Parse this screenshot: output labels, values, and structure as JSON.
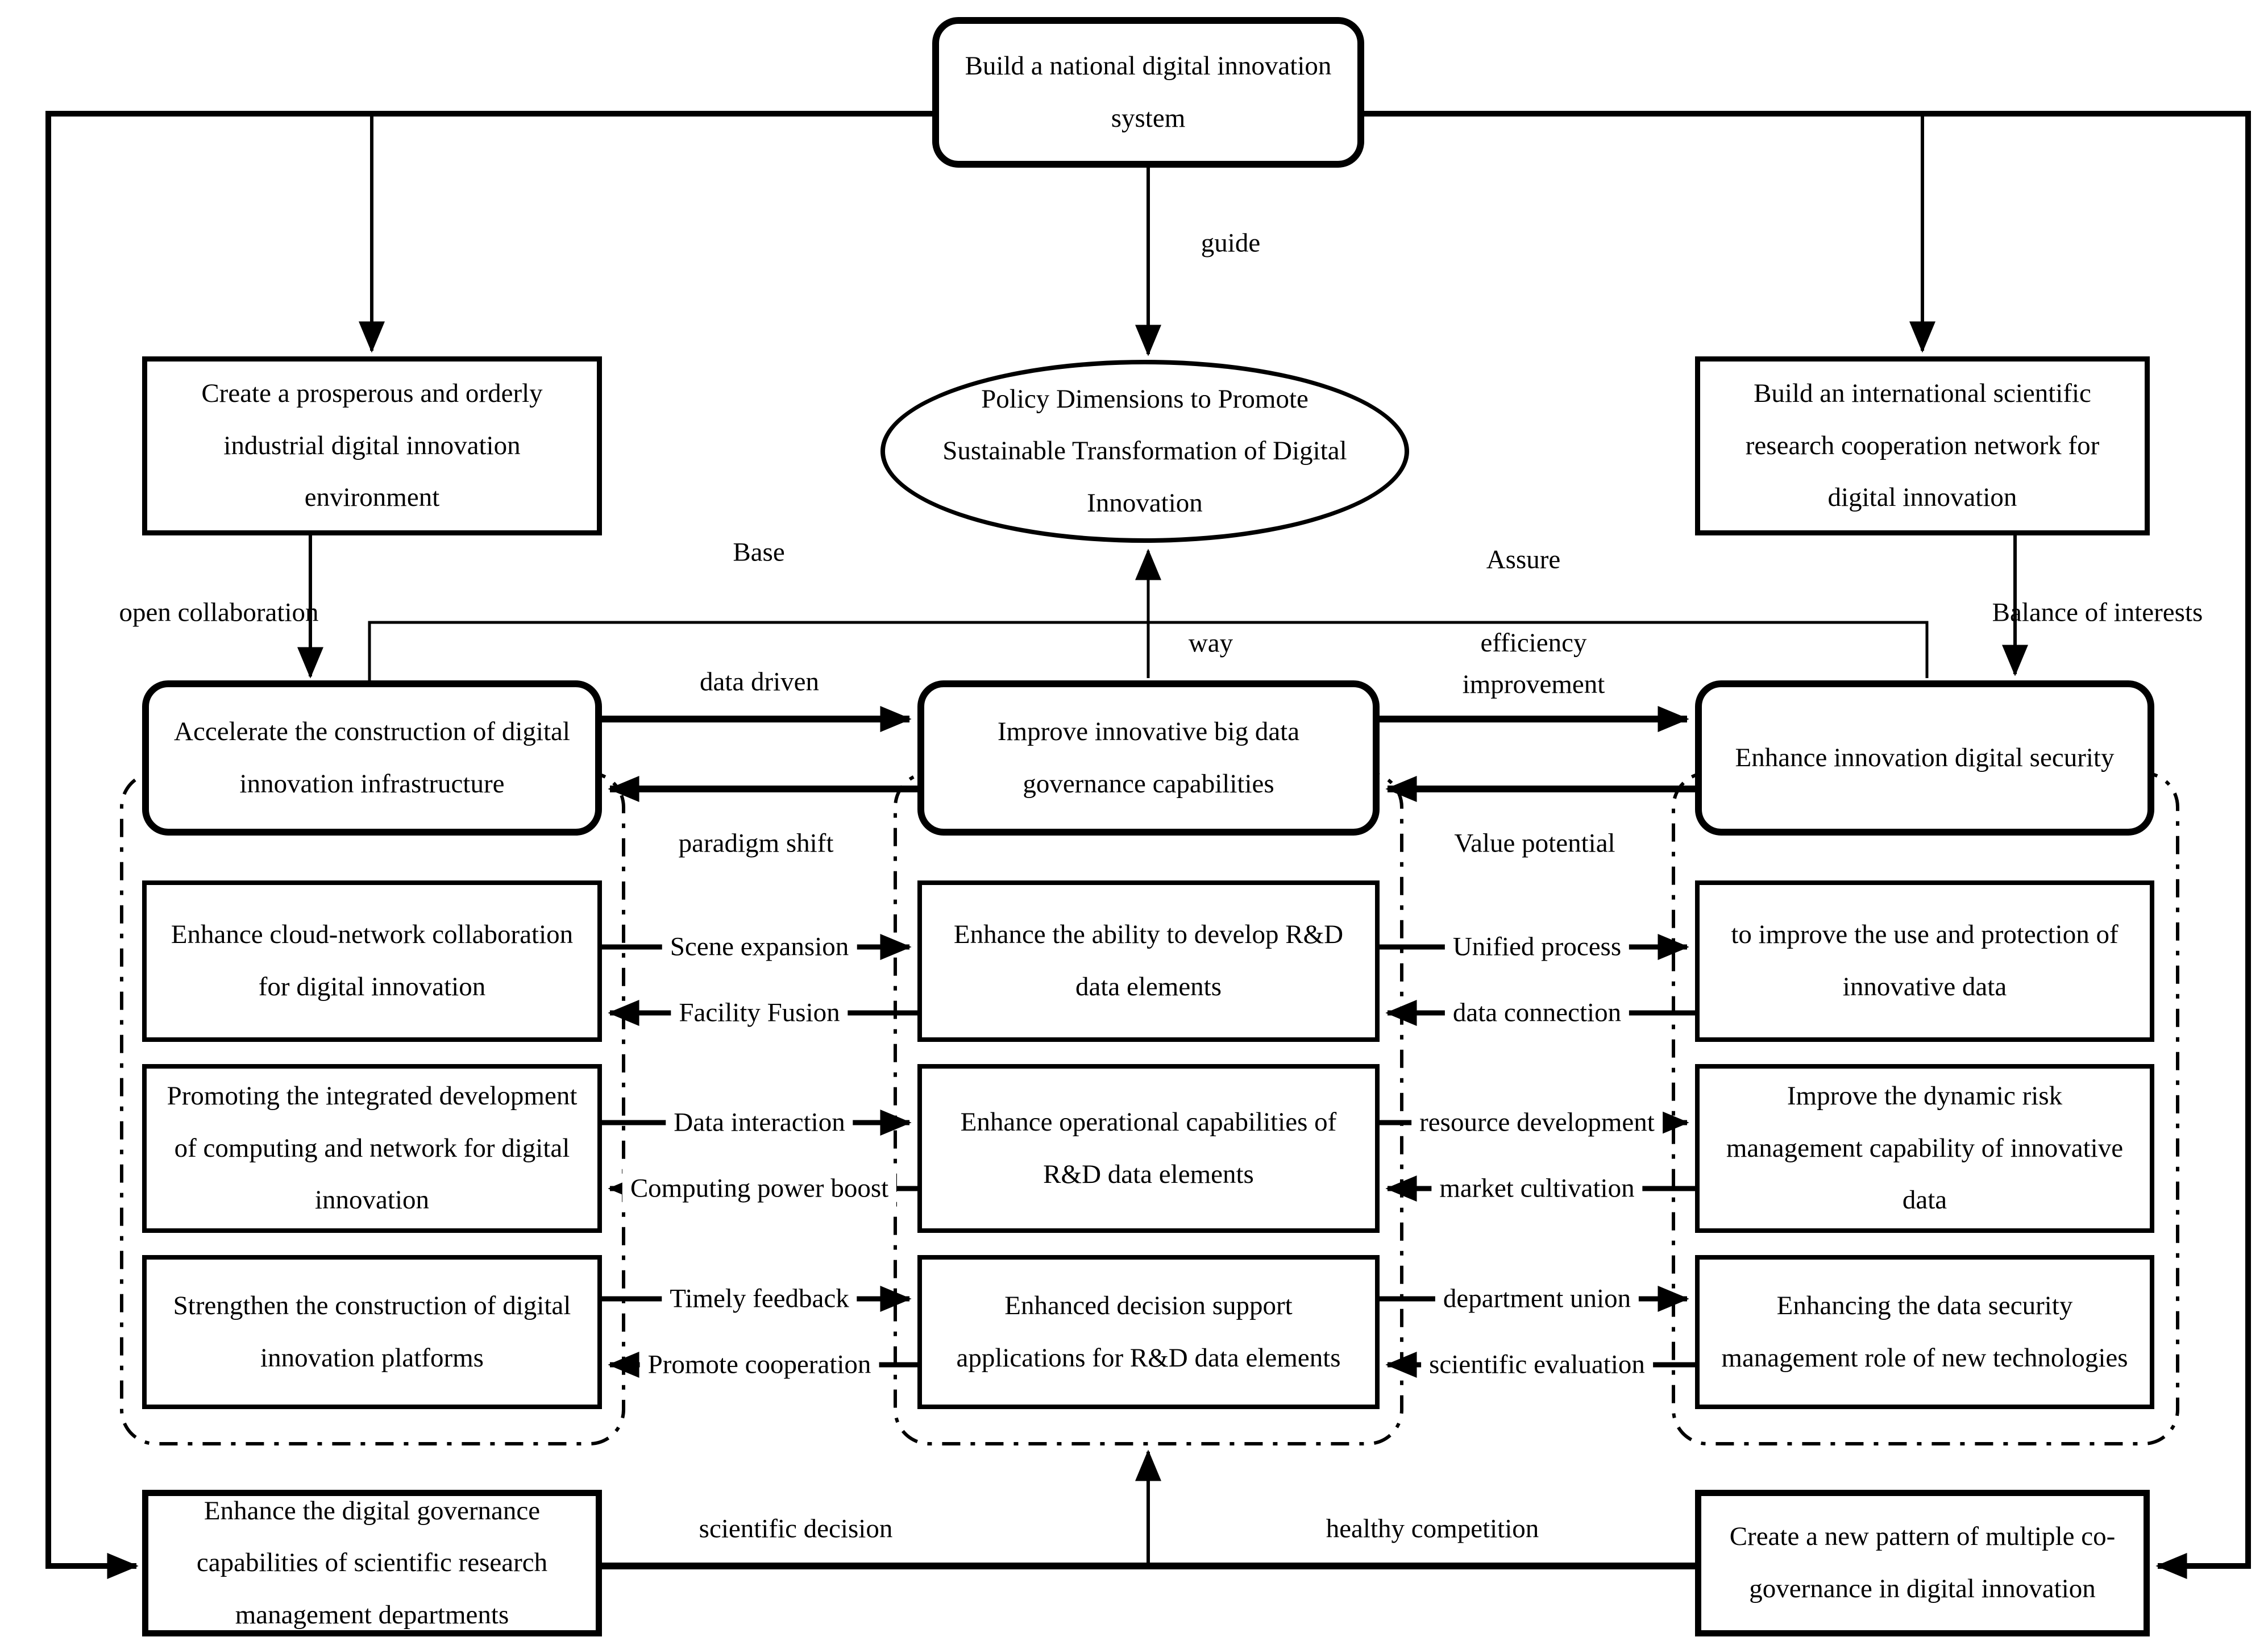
{
  "diagram": {
    "top_box": "Build a national digital innovation system",
    "policy_ellipse": "Policy Dimensions to Promote Sustainable Transformation of Digital Innovation",
    "left_env_box": "Create a prosperous and orderly industrial digital innovation environment",
    "right_network_box": "Build an international scientific research cooperation network for digital innovation",
    "infrastructure_box": "Accelerate the construction of digital innovation infrastructure",
    "governance_box": "Improve innovative big data governance capabilities",
    "security_box": "Enhance innovation digital security",
    "left_column": [
      "Enhance cloud-network collaboration for digital innovation",
      "Promoting the integrated development of computing and network for digital innovation",
      "Strengthen the construction of digital innovation platforms"
    ],
    "middle_column": [
      "Enhance the ability to develop R&D data elements",
      "Enhance operational capabilities of R&D data elements",
      "Enhanced decision support applications for R&D data elements"
    ],
    "right_column": [
      "to improve the use and protection of innovative data",
      "Improve the dynamic risk management capability of innovative data",
      "Enhancing the data security management role of new technologies"
    ],
    "bottom_left_box": "Enhance the digital governance capabilities of scientific research management departments",
    "bottom_right_box": "Create a new pattern of multiple co-governance in digital innovation",
    "edge_labels": {
      "guide": "guide",
      "open_collaboration": "open collaboration",
      "base": "Base",
      "way": "way",
      "assure": "Assure",
      "data_driven": "data driven",
      "efficiency_improvement": "efficiency improvement",
      "balance_of_interests": "Balance of interests",
      "paradigm_shift": "paradigm shift",
      "value_potential": "Value potential",
      "scene_expansion": "Scene expansion",
      "facility_fusion": "Facility Fusion",
      "data_interaction": "Data interaction",
      "computing_power_boost": "Computing power boost",
      "timely_feedback": "Timely feedback",
      "promote_cooperation": "Promote cooperation",
      "unified_process": "Unified process",
      "data_connection": "data connection",
      "resource_development": "resource development",
      "market_cultivation": "market cultivation",
      "department_union": "department union",
      "scientific_evaluation": "scientific evaluation",
      "scientific_decision": "scientific decision",
      "healthy_competition": "healthy competition"
    },
    "colors": {
      "line": "#000000",
      "background": "#ffffff"
    }
  }
}
